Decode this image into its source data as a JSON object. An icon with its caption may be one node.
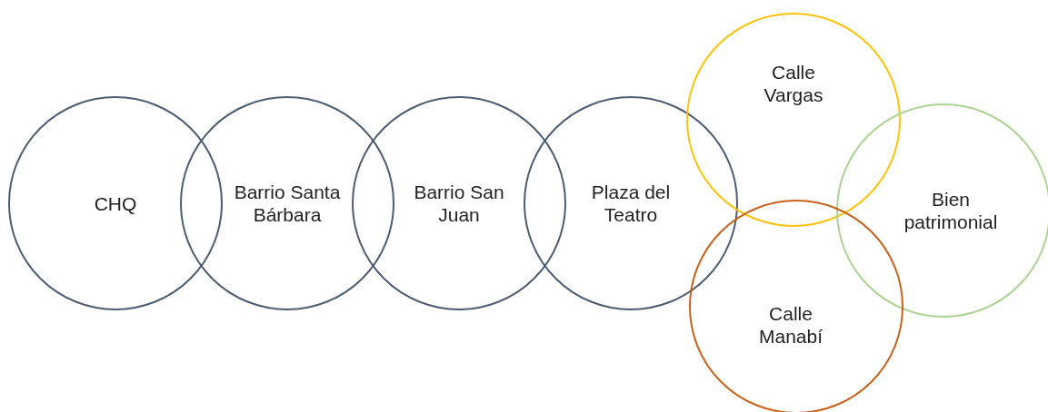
{
  "diagram": {
    "nodes": [
      {
        "text": [
          "CHQ"
        ]
      },
      {
        "text": [
          "Barrio Santa Bárbara"
        ]
      },
      {
        "text": [
          "Barrio San Juan"
        ]
      },
      {
        "text": [
          "Plaza del Teatro"
        ]
      },
      {
        "text": [
          "Calle Vargas"
        ]
      },
      {
        "text": [
          "Bien patrimonial"
        ]
      },
      {
        "text": [
          "Calle Manabí"
        ]
      }
    ]
  }
}
